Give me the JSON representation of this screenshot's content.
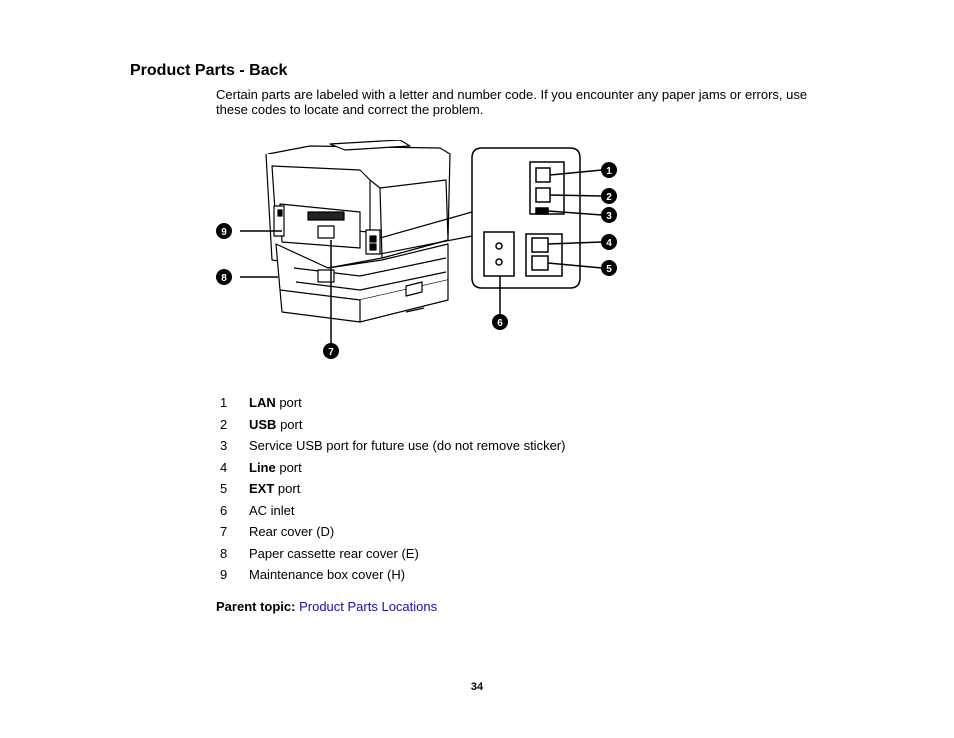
{
  "title": "Product Parts - Back",
  "intro": "Certain parts are labeled with a letter and number code. If you encounter any paper jams or errors, use these codes to locate and correct the problem.",
  "figure": {
    "callouts": [
      "1",
      "2",
      "3",
      "4",
      "5",
      "6",
      "7",
      "8",
      "9"
    ]
  },
  "parts": [
    {
      "num": "1",
      "bold": "LAN",
      "text": " port"
    },
    {
      "num": "2",
      "bold": "USB",
      "text": " port"
    },
    {
      "num": "3",
      "bold": "",
      "text": "Service USB port for future use (do not remove sticker)"
    },
    {
      "num": "4",
      "bold": "Line",
      "text": " port"
    },
    {
      "num": "5",
      "bold": "EXT",
      "text": " port"
    },
    {
      "num": "6",
      "bold": "",
      "text": "AC inlet"
    },
    {
      "num": "7",
      "bold": "",
      "text": "Rear cover (D)"
    },
    {
      "num": "8",
      "bold": "",
      "text": "Paper cassette rear cover (E)"
    },
    {
      "num": "9",
      "bold": "",
      "text": "Maintenance box cover (H)"
    }
  ],
  "parent_topic": {
    "label": "Parent topic:",
    "link": "Product Parts Locations",
    "link_color": "#1a0dab"
  },
  "page_number": "34"
}
